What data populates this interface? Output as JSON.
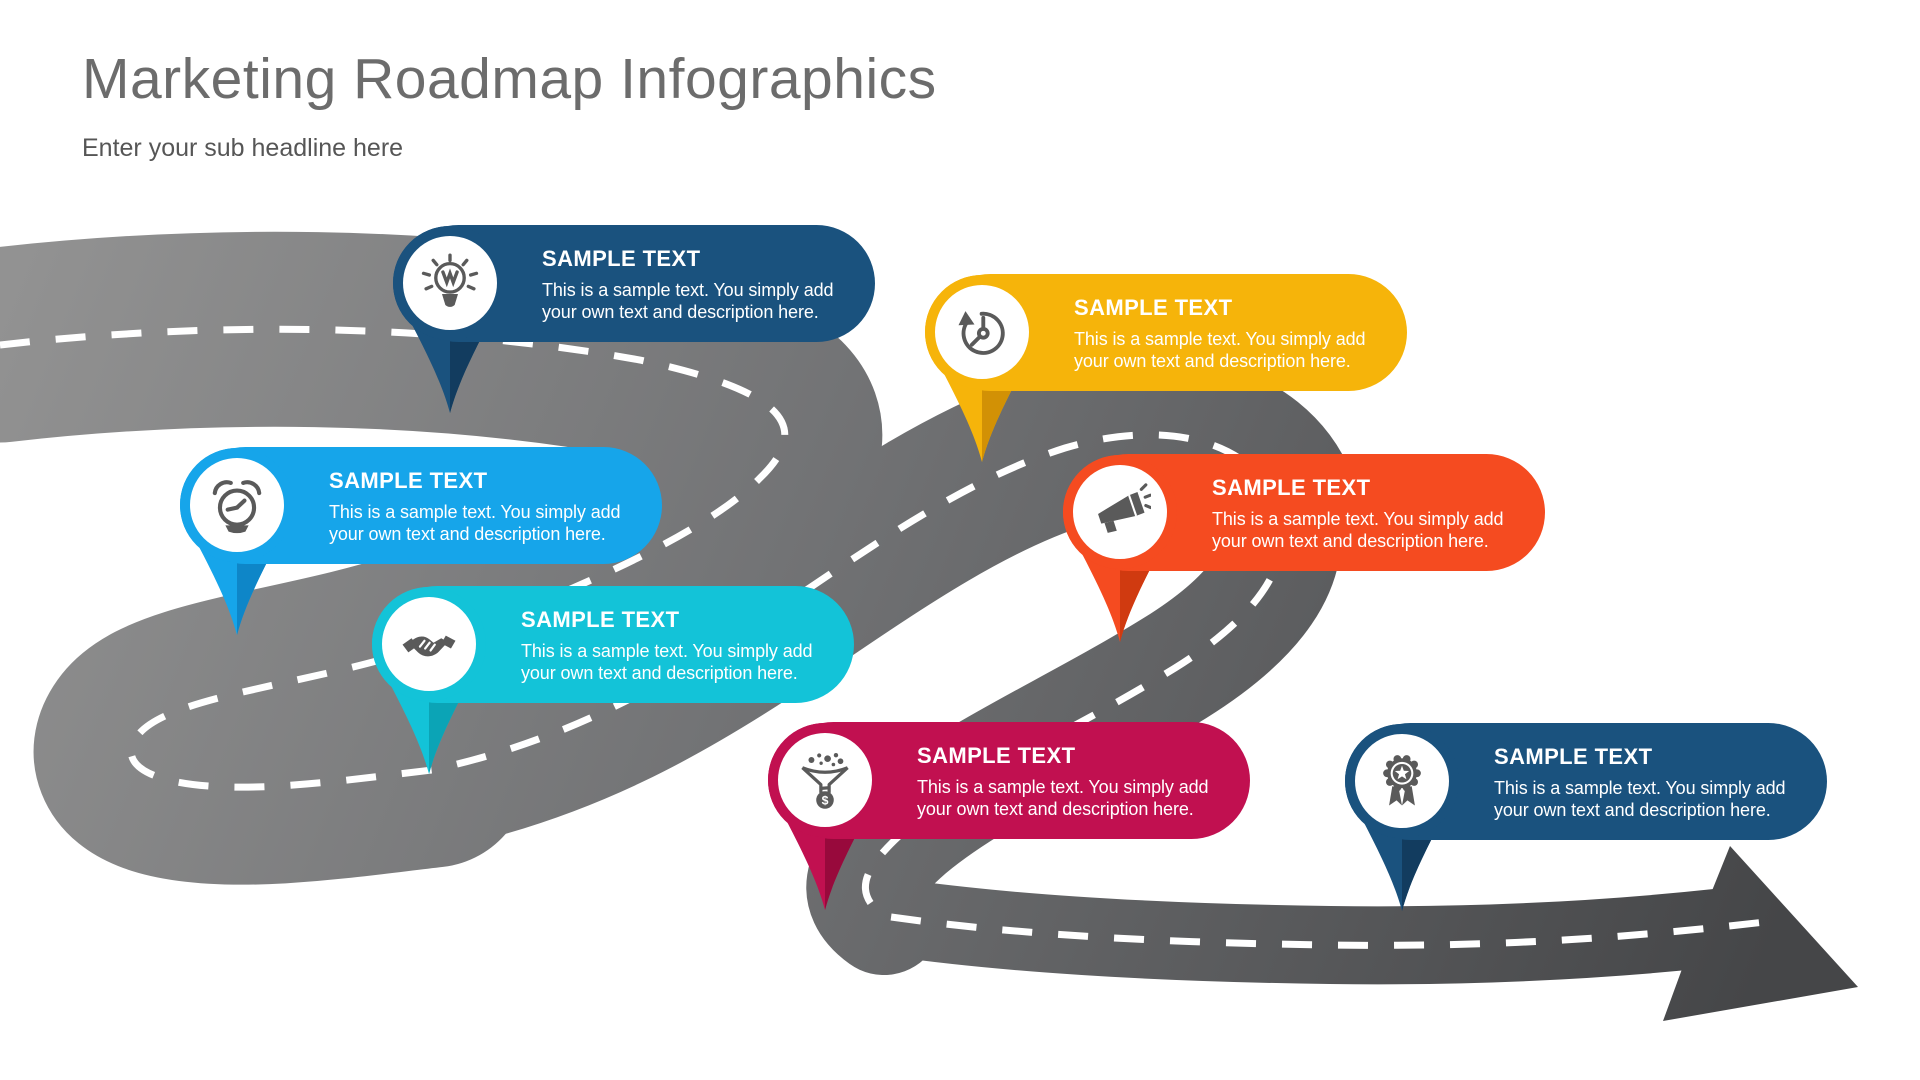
{
  "header": {
    "title": "Marketing Roadmap Infographics",
    "subtitle": "Enter your sub headline here"
  },
  "colors": {
    "background": "#ffffff",
    "heading": "#6c6c6c",
    "subheading": "#565656",
    "icon_gray": "#5a5a5a",
    "road_dash": "#ffffff",
    "road_gradient": [
      "#929292",
      "#717274",
      "#454648"
    ]
  },
  "milestones": [
    {
      "label": "SAMPLE TEXT",
      "description": "This is a sample text. You simply add your own text and description here.",
      "color": "#1a527e",
      "color_dark": "#123c5f",
      "icon": "lightbulb-idea-icon"
    },
    {
      "label": "SAMPLE TEXT",
      "description": "This is a sample text. You simply add your own text and description here.",
      "color": "#f6b40a",
      "color_dark": "#d29105",
      "icon": "time-history-icon"
    },
    {
      "label": "SAMPLE TEXT",
      "description": "This is a sample text. You simply add your own text and description here.",
      "color": "#16a5ea",
      "color_dark": "#0e86c8",
      "icon": "alarm-clock-icon"
    },
    {
      "label": "SAMPLE TEXT",
      "description": "This is a sample text. You simply add your own text and description here.",
      "color": "#f54b20",
      "color_dark": "#d03a10",
      "icon": "megaphone-icon"
    },
    {
      "label": "SAMPLE TEXT",
      "description": "This is a sample text. You simply add your own text and description here.",
      "color": "#13c3d8",
      "color_dark": "#0ba4b6",
      "icon": "handshake-icon"
    },
    {
      "label": "SAMPLE TEXT",
      "description": "This is a sample text. You simply add your own text and description here.",
      "color": "#c11050",
      "color_dark": "#98093c",
      "icon": "sales-funnel-icon"
    },
    {
      "label": "SAMPLE TEXT",
      "description": "This is a sample text. You simply add your own text and description here.",
      "color": "#1a527e",
      "color_dark": "#123c5f",
      "icon": "award-badge-icon"
    }
  ]
}
